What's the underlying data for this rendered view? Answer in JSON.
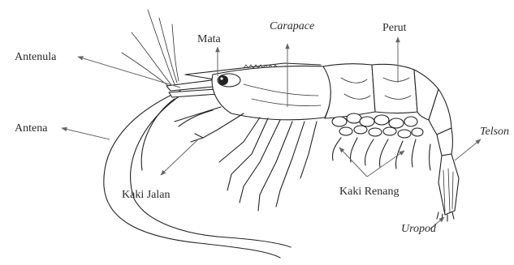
{
  "diagram": {
    "labels": {
      "antenula": "Antenula",
      "antena": "Antena",
      "mata": "Mata",
      "carapace": "Carapace",
      "perut": "Perut",
      "telson": "Telson",
      "kaki_jalan": "Kaki Jalan",
      "kaki_renang": "Kaki Renang",
      "uropod": "Uropod"
    },
    "colors": {
      "ink": "#222222",
      "arrow": "#666666",
      "background": "#ffffff"
    }
  }
}
